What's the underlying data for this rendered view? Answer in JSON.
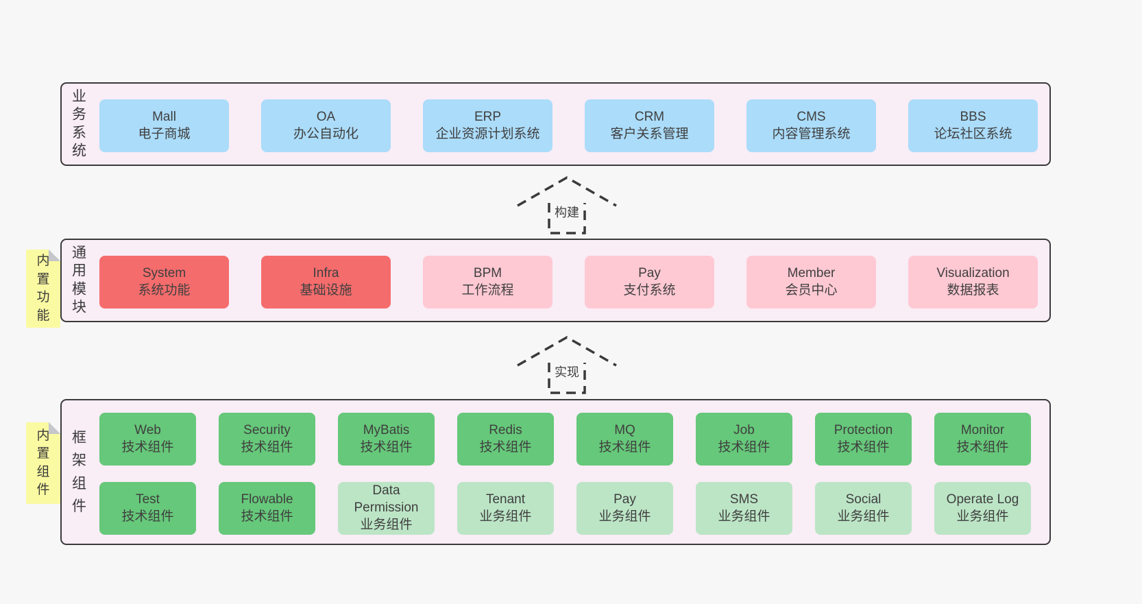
{
  "colors": {
    "page_bg": "#f7f7f7",
    "layer_bg": "#f9edf6",
    "layer_border": "#3a3a3a",
    "blue_box": "#abdcfa",
    "red_box": "#f56c6c",
    "pink_box": "#ffc9d3",
    "green_box": "#66c87a",
    "light_green_box": "#bce5c6",
    "sticky_yellow": "#fafaa2",
    "text": "#3f3f3f"
  },
  "arrows": [
    {
      "label": "构建"
    },
    {
      "label": "实现"
    }
  ],
  "layers": [
    {
      "label": "业务系统",
      "boxes": [
        {
          "name": "Mall",
          "desc": "电子商城"
        },
        {
          "name": "OA",
          "desc": "办公自动化"
        },
        {
          "name": "ERP",
          "desc": "企业资源计划系统"
        },
        {
          "name": "CRM",
          "desc": "客户关系管理"
        },
        {
          "name": "CMS",
          "desc": "内容管理系统"
        },
        {
          "name": "BBS",
          "desc": "论坛社区系统"
        }
      ]
    },
    {
      "label": "通用模块",
      "sticky": "内置功能",
      "boxes": [
        {
          "name": "System",
          "desc": "系统功能"
        },
        {
          "name": "Infra",
          "desc": "基础设施"
        },
        {
          "name": "BPM",
          "desc": "工作流程"
        },
        {
          "name": "Pay",
          "desc": "支付系统"
        },
        {
          "name": "Member",
          "desc": "会员中心"
        },
        {
          "name": "Visualization",
          "desc": "数据报表"
        }
      ]
    },
    {
      "label": "框架组件",
      "sticky": "内置组件",
      "rows": [
        [
          {
            "name": "Web",
            "desc": "技术组件"
          },
          {
            "name": "Security",
            "desc": "技术组件"
          },
          {
            "name": "MyBatis",
            "desc": "技术组件"
          },
          {
            "name": "Redis",
            "desc": "技术组件"
          },
          {
            "name": "MQ",
            "desc": "技术组件"
          },
          {
            "name": "Job",
            "desc": "技术组件"
          },
          {
            "name": "Protection",
            "desc": "技术组件"
          },
          {
            "name": "Monitor",
            "desc": "技术组件"
          }
        ],
        [
          {
            "name": "Test",
            "desc": "技术组件"
          },
          {
            "name": "Flowable",
            "desc": "技术组件"
          },
          {
            "name": "Data Permission",
            "desc": "业务组件"
          },
          {
            "name": "Tenant",
            "desc": "业务组件"
          },
          {
            "name": "Pay",
            "desc": "业务组件"
          },
          {
            "name": "SMS",
            "desc": "业务组件"
          },
          {
            "name": "Social",
            "desc": "业务组件"
          },
          {
            "name": "Operate Log",
            "desc": "业务组件"
          }
        ]
      ]
    }
  ]
}
